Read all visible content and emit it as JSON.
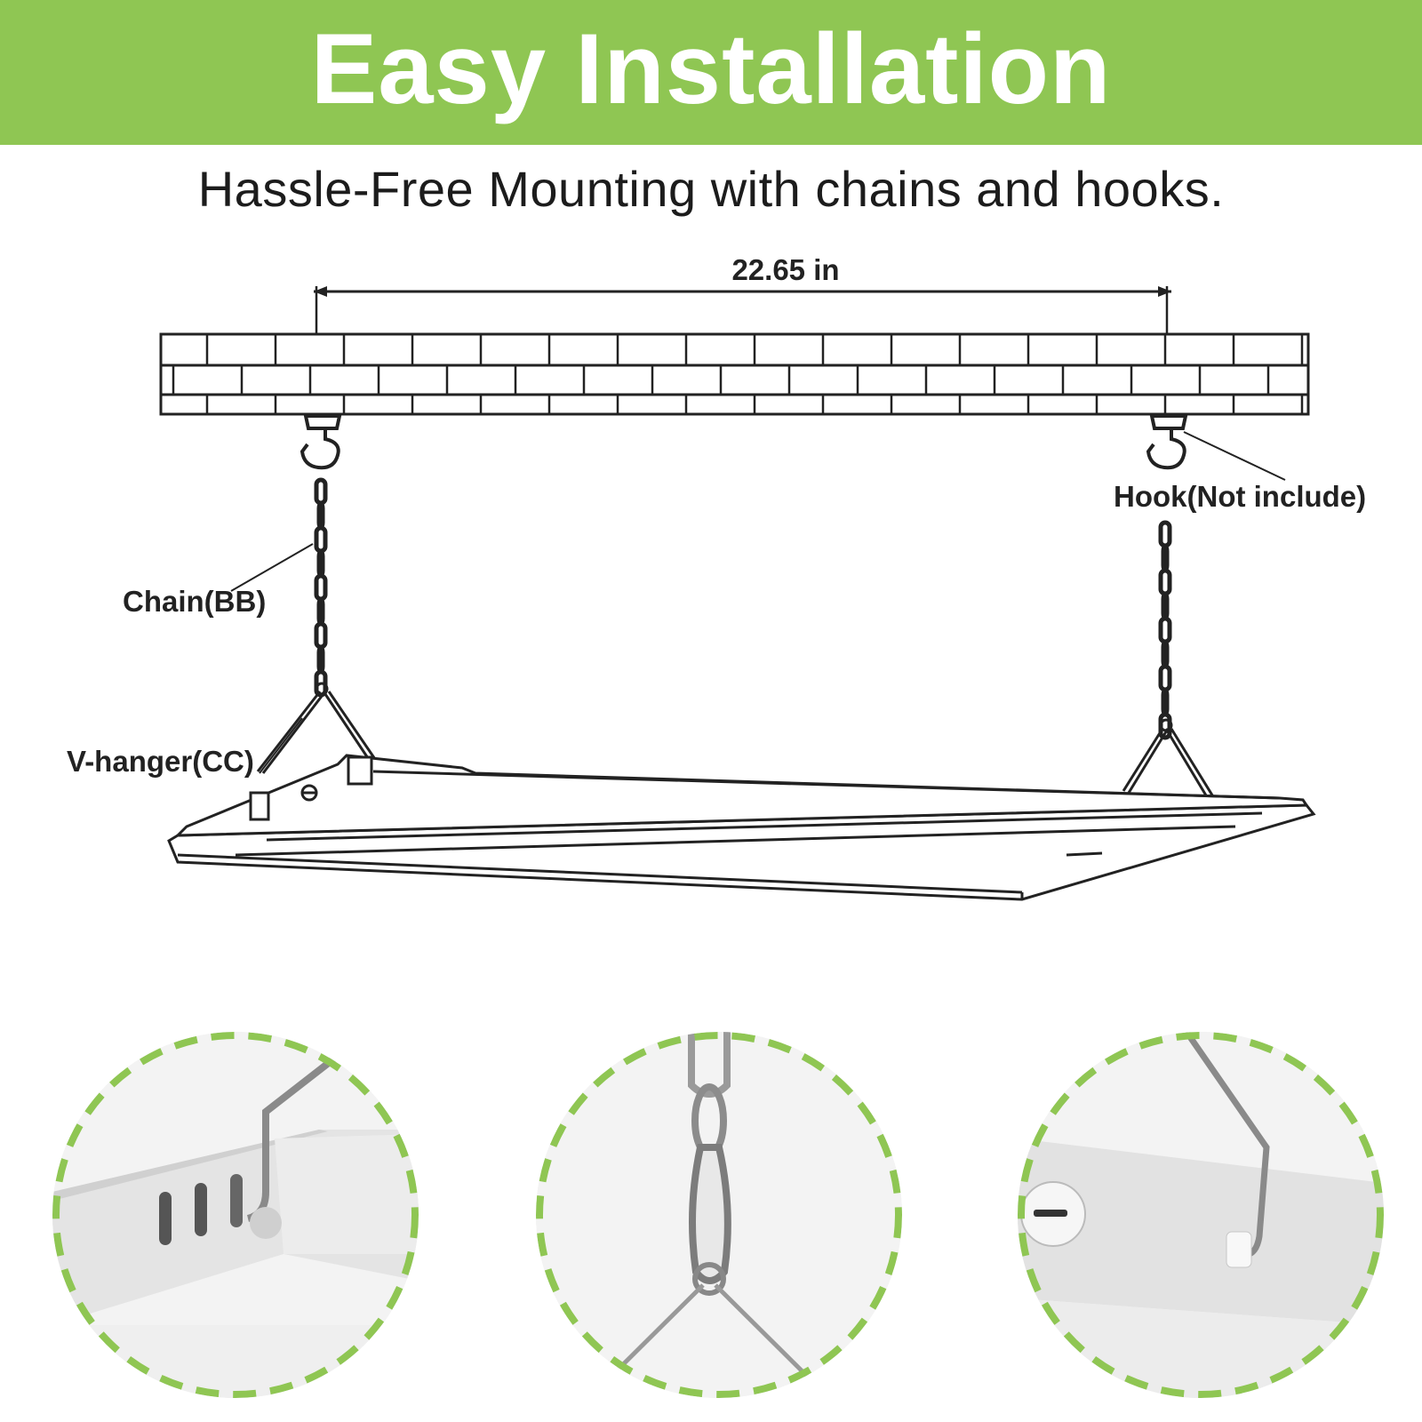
{
  "header": {
    "title": "Easy Installation",
    "subtitle": "Hassle-Free Mounting with chains and hooks.",
    "accent_color": "#8fc653"
  },
  "diagram": {
    "dimension_label": "22.65 in",
    "hook_label": "Hook(Not include)",
    "chain_label": "Chain(BB)",
    "v_hanger_label": "V-hanger(CC)"
  },
  "details": [
    {
      "icon": "hanger-slot-closeup-icon"
    },
    {
      "icon": "carabiner-closeup-icon"
    },
    {
      "icon": "hook-bracket-closeup-icon"
    }
  ]
}
